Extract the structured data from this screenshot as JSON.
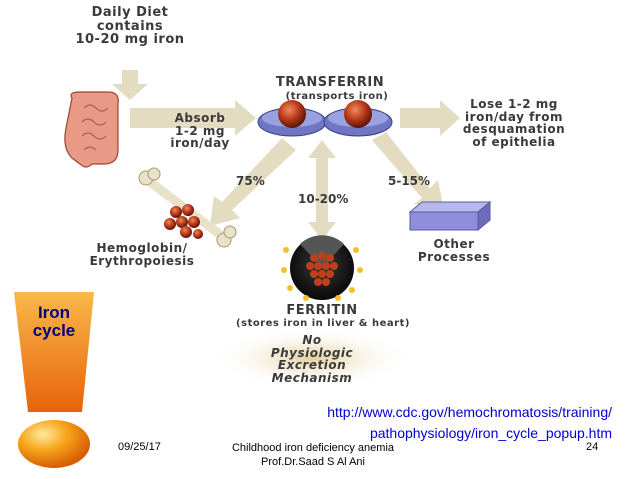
{
  "diagram": {
    "diet": [
      "Daily Diet",
      "contains",
      "10-20 mg iron"
    ],
    "transferrin_title": "TRANSFERRIN",
    "transferrin_sub": "(transports iron)",
    "absorb": [
      "Absorb",
      "1-2 mg",
      "iron/day"
    ],
    "lose": [
      "Lose 1-2 mg",
      "iron/day from",
      "desquamation",
      "of epithelia"
    ],
    "pct_75": "75%",
    "pct_10_20": "10-20%",
    "pct_5_15": "5-15%",
    "hemoglobin": [
      "Hemoglobin/",
      "Erythropoiesis"
    ],
    "other": [
      "Other",
      "Processes"
    ],
    "ferritin_title": "FERRITIN",
    "ferritin_sub": "(stores iron in liver & heart)",
    "no_excretion": [
      "No",
      "Physiologic",
      "Excretion",
      "Mechanism"
    ]
  },
  "badge": {
    "label": [
      "Iron",
      "cycle"
    ]
  },
  "source": {
    "url_line1": "http://www.cdc.gov/hemochromatosis/training/",
    "url_line2": "pathophysiology/iron_cycle_popup.htm"
  },
  "footer": {
    "date": "09/25/17",
    "title": "Childhood iron deficiency anemia",
    "author": "Prof.Dr.Saad S Al Ani",
    "page": "24"
  },
  "colors": {
    "arrow": "#e3dcc0",
    "disc": "#6f77c4",
    "sphere": "#b8391a",
    "intestine": "#e89a86",
    "badge_top": "#f6b033",
    "badge_bottom": "#e86a0c",
    "box": "#8e8edc"
  }
}
